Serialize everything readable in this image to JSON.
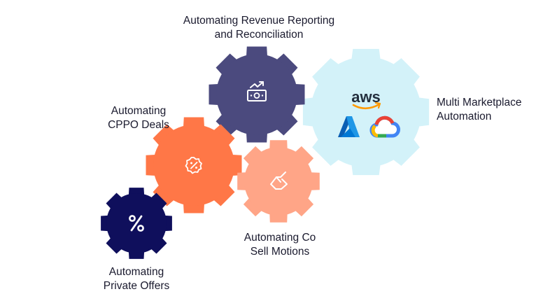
{
  "gears": [
    {
      "id": "revenue-reporting",
      "color": "#4b4a7e",
      "icon": "money-growth-icon",
      "label_lines": [
        "Automating Revenue Reporting",
        "and Reconciliation"
      ]
    },
    {
      "id": "multi-marketplace",
      "color": "#d3f2f9",
      "icon": "cloud-logos",
      "logos": {
        "aws_text": "aws"
      },
      "label_lines": [
        "Multi Marketplace",
        "Automation"
      ]
    },
    {
      "id": "cppo-deals",
      "color": "#ff7747",
      "icon": "percent-badge-icon",
      "label_lines": [
        "Automating",
        "CPPO Deals"
      ]
    },
    {
      "id": "co-sell",
      "color": "#ffa587",
      "icon": "handshake-icon",
      "label_lines": [
        "Automating Co",
        "Sell Motions"
      ]
    },
    {
      "id": "private-offers",
      "color": "#0f0f5c",
      "icon": "percent-icon",
      "label_lines": [
        "Automating",
        "Private Offers"
      ]
    }
  ]
}
